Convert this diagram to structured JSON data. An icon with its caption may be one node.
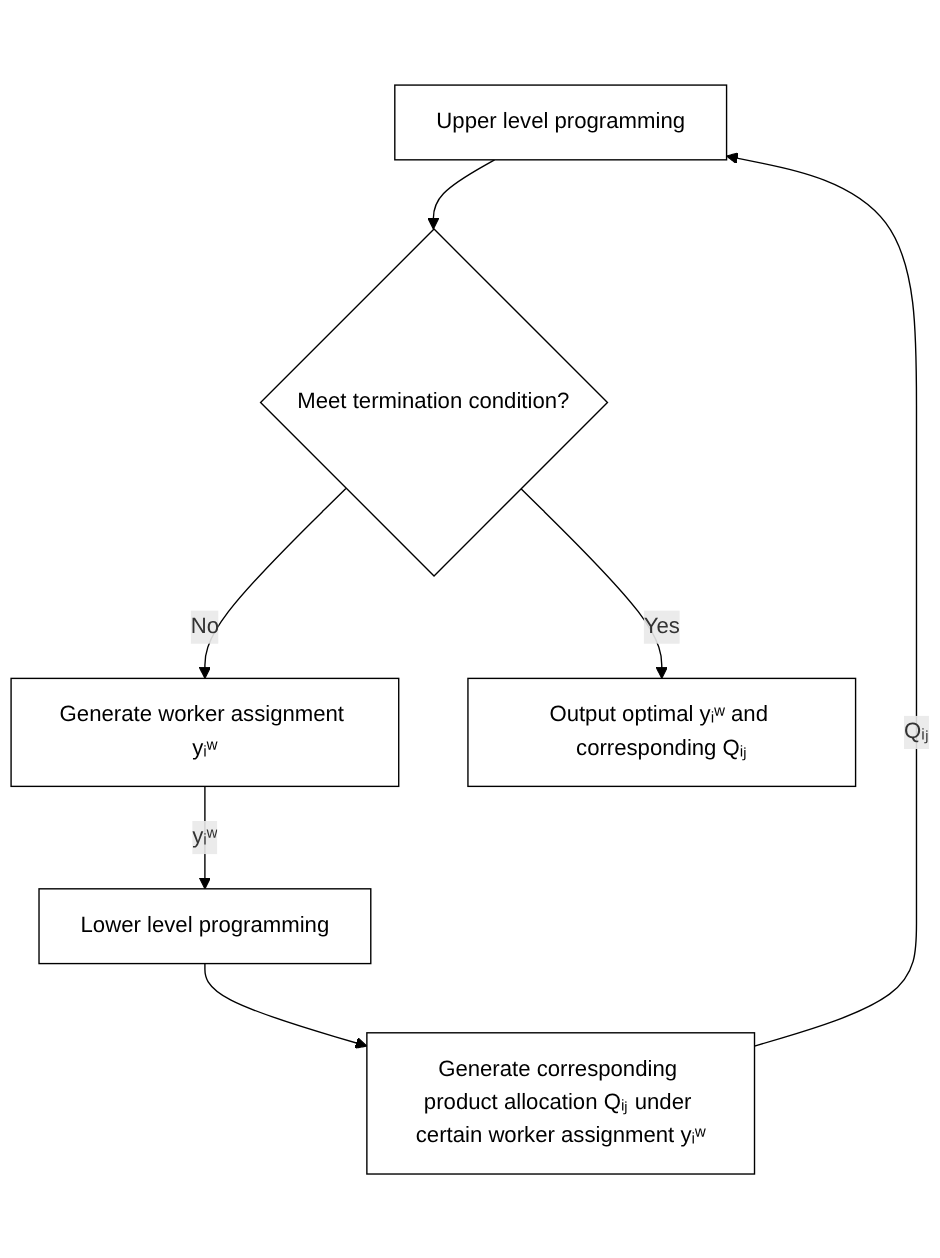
{
  "diagram": {
    "nodes": [
      {
        "text": [
          "Upper level programming"
        ]
      },
      {
        "text": [
          "Meet termination condition?"
        ]
      },
      {
        "text": [
          "Generate worker assignment yᵢʷ"
        ]
      },
      {
        "text": [
          "Lower level programming"
        ]
      },
      {
        "text": [
          "Generate corresponding product allocation Qᵢⱼ under certain worker assignment yᵢʷ"
        ]
      },
      {
        "text": [
          "Output optimal yᵢʷ and corresponding Qᵢⱼ"
        ]
      }
    ],
    "edges": [
      {
        "from": 0,
        "to": 1,
        "arrow": "to"
      },
      {
        "from": 1,
        "to": 5,
        "arrow": "to",
        "label": "Yes"
      },
      {
        "from": 1,
        "to": 2,
        "arrow": "to",
        "label": "No"
      },
      {
        "from": 2,
        "to": 3,
        "arrow": "to",
        "label": "yᵢʷ"
      },
      {
        "from": 3,
        "to": 4,
        "arrow": "to"
      },
      {
        "from": 4,
        "to": 0,
        "arrow": "to",
        "label": "Qᵢⱼ"
      }
    ]
  }
}
